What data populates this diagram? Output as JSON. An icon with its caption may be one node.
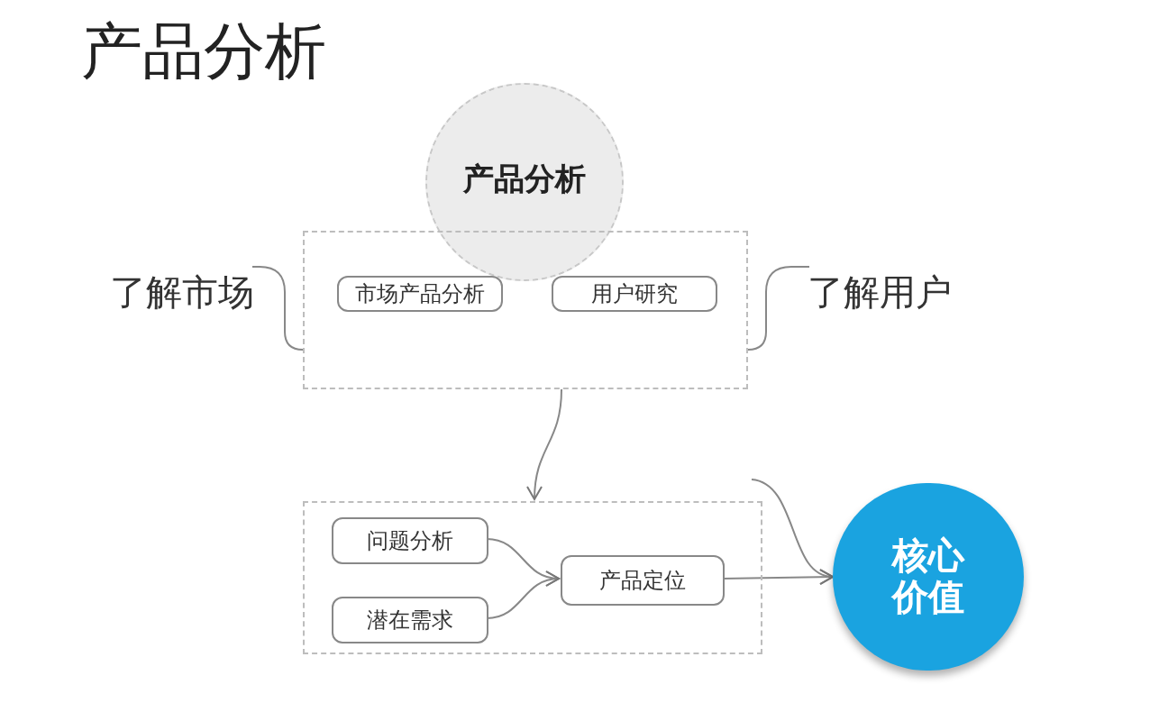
{
  "diagram": {
    "title": "产品分析",
    "nodes": [
      {
        "text": [
          "产品分析"
        ]
      },
      {
        "text": [],
        "shape": "box"
      },
      {
        "text": [
          "市场产品分析"
        ],
        "in": 1
      },
      {
        "text": [
          "用户研究"
        ],
        "in": 1
      },
      {
        "text": [
          "了解市场"
        ]
      },
      {
        "text": [
          "了解用户"
        ]
      },
      {
        "text": [],
        "shape": "box"
      },
      {
        "text": [
          "问题分析"
        ],
        "in": 6
      },
      {
        "text": [
          "潜在需求"
        ],
        "in": 6
      },
      {
        "text": [
          "产品定位"
        ],
        "in": 6
      },
      {
        "text": [
          "核心价值"
        ]
      }
    ],
    "edges": [
      {
        "from": 4,
        "to": 1,
        "arrow": "none"
      },
      {
        "from": 5,
        "to": 1,
        "arrow": "none"
      },
      {
        "from": 1,
        "to": 6,
        "arrow": "to"
      },
      {
        "from": 7,
        "to": 9,
        "arrow": "to"
      },
      {
        "from": 8,
        "to": 9,
        "arrow": "to"
      },
      {
        "from": 9,
        "to": 10,
        "arrow": "to"
      },
      {
        "from": 6,
        "to": 10,
        "arrow": "to"
      }
    ]
  }
}
